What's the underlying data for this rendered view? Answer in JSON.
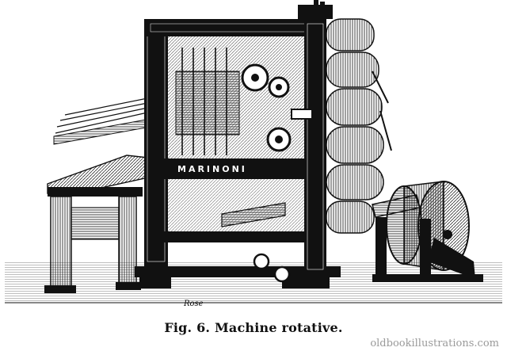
{
  "figure": {
    "caption": "Fig. 6. Machine rotative.",
    "machine_label": "MARINONI",
    "engraver_signature": "Rose",
    "watermark": "oldbookillustrations.com"
  },
  "colors": {
    "ink": "#111111",
    "paper": "#ffffff",
    "watermark": "#9a9a9a"
  }
}
